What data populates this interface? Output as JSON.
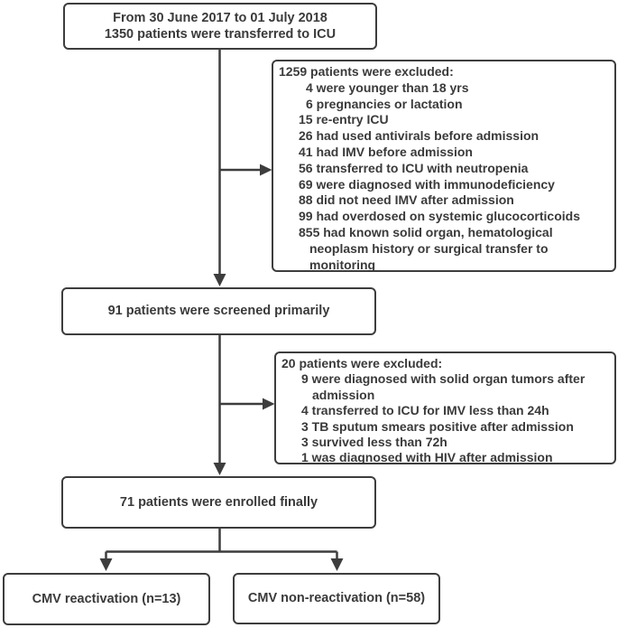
{
  "colors": {
    "line": "#3d3d3d",
    "text": "#3a3a3a",
    "background": "#ffffff"
  },
  "flow": {
    "period_box": {
      "line1": "From 30 June 2017 to 01 July 2018",
      "line2": "1350 patients were transferred to ICU"
    },
    "exclusion1": {
      "title": "1259 patients were excluded:",
      "items": [
        "4 were younger than 18 yrs",
        "6 pregnancies or lactation",
        "15 re-entry ICU",
        "26 had used antivirals before admission",
        "41 had IMV before admission",
        "56 transferred to ICU with neutropenia",
        "69 were diagnosed with immunodeficiency",
        "88 did not need IMV after admission",
        "99 had overdosed on systemic glucocorticoids",
        "855 had known solid organ, hematological\nneoplasm history or surgical transfer to\nmonitoring"
      ]
    },
    "screened_box": {
      "label": "91 patients were screened primarily"
    },
    "exclusion2": {
      "title": "20 patients were excluded:",
      "items": [
        "9 were diagnosed with solid organ tumors after\nadmission",
        "4 transferred to ICU for IMV less than 24h",
        "3 TB sputum smears positive after admission",
        "3 survived less than 72h",
        "1 was diagnosed with HIV after admission"
      ]
    },
    "enrolled_box": {
      "label": "71 patients were enrolled finally"
    },
    "outcome_left": {
      "label": "CMV reactivation (n=13)"
    },
    "outcome_right": {
      "label": "CMV non-reactivation (n=58)"
    }
  }
}
